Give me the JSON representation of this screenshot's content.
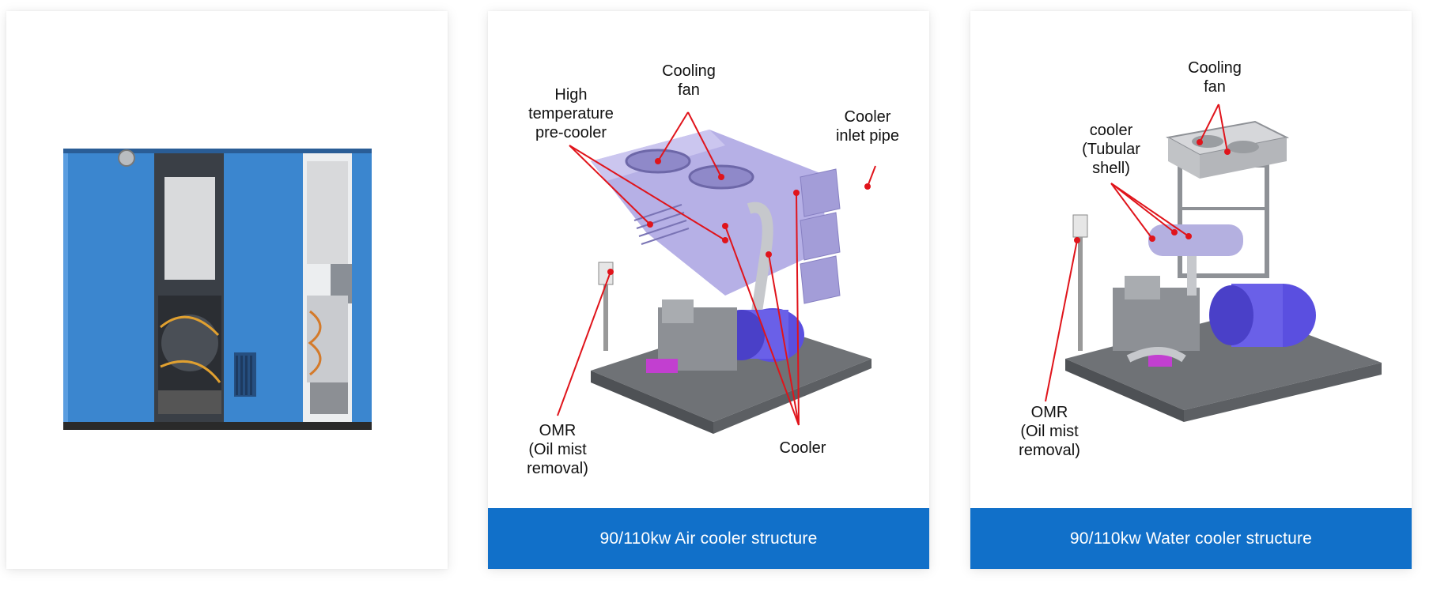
{
  "colors": {
    "caption_bg": "#1170c9",
    "caption_text": "#ffffff",
    "callout_line": "#e0141b",
    "cabinet_blue": "#3b86cf",
    "machine_purple": "#a9a2e0",
    "motor_blue": "#5a4fe0"
  },
  "cards": [
    {
      "image_icon": "compressor-cabinet-photo",
      "caption": ""
    },
    {
      "image_icon": "air-cooled-compressor-diagram",
      "caption": "90/110kw Air cooler structure",
      "labels": {
        "cooling_fan": "Cooling\nfan",
        "high_temp_precooler": "High\ntemperature\npre-cooler",
        "cooler_inlet_pipe": "Cooler\ninlet pipe",
        "omr": "OMR\n(Oil mist\nremoval)",
        "cooler": "Cooler"
      }
    },
    {
      "image_icon": "water-cooled-compressor-diagram",
      "caption": "90/110kw Water cooler structure",
      "labels": {
        "cooling_fan": "Cooling\nfan",
        "cooler_tubular": "cooler\n(Tubular\nshell)",
        "omr": "OMR\n(Oil mist\nremoval)"
      }
    }
  ]
}
